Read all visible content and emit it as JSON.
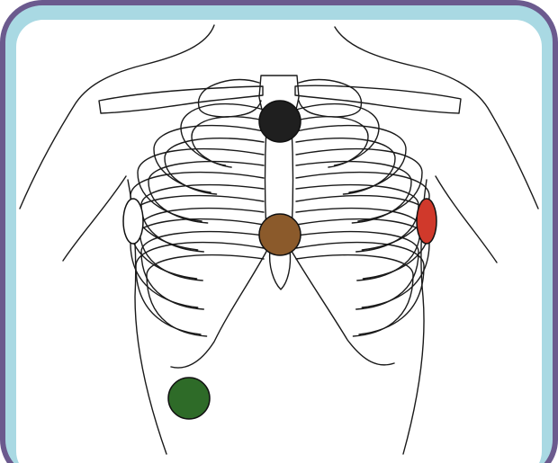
{
  "figure": {
    "colors": {
      "outer_frame": "#6b5a8e",
      "frame_fill": "#a9d9e3",
      "panel": "#ffffff",
      "line_art": "#1a1a1a"
    }
  },
  "electrodes": [
    {
      "name": "electrode-black",
      "color": "#1f1f1f",
      "shape": "circle"
    },
    {
      "name": "electrode-brown",
      "color": "#8b5a2b",
      "shape": "circle"
    },
    {
      "name": "electrode-white",
      "color": "#ffffff",
      "shape": "ellipse"
    },
    {
      "name": "electrode-red",
      "color": "#d0392b",
      "shape": "ellipse"
    },
    {
      "name": "electrode-green",
      "color": "#2e6b28",
      "shape": "circle"
    }
  ]
}
